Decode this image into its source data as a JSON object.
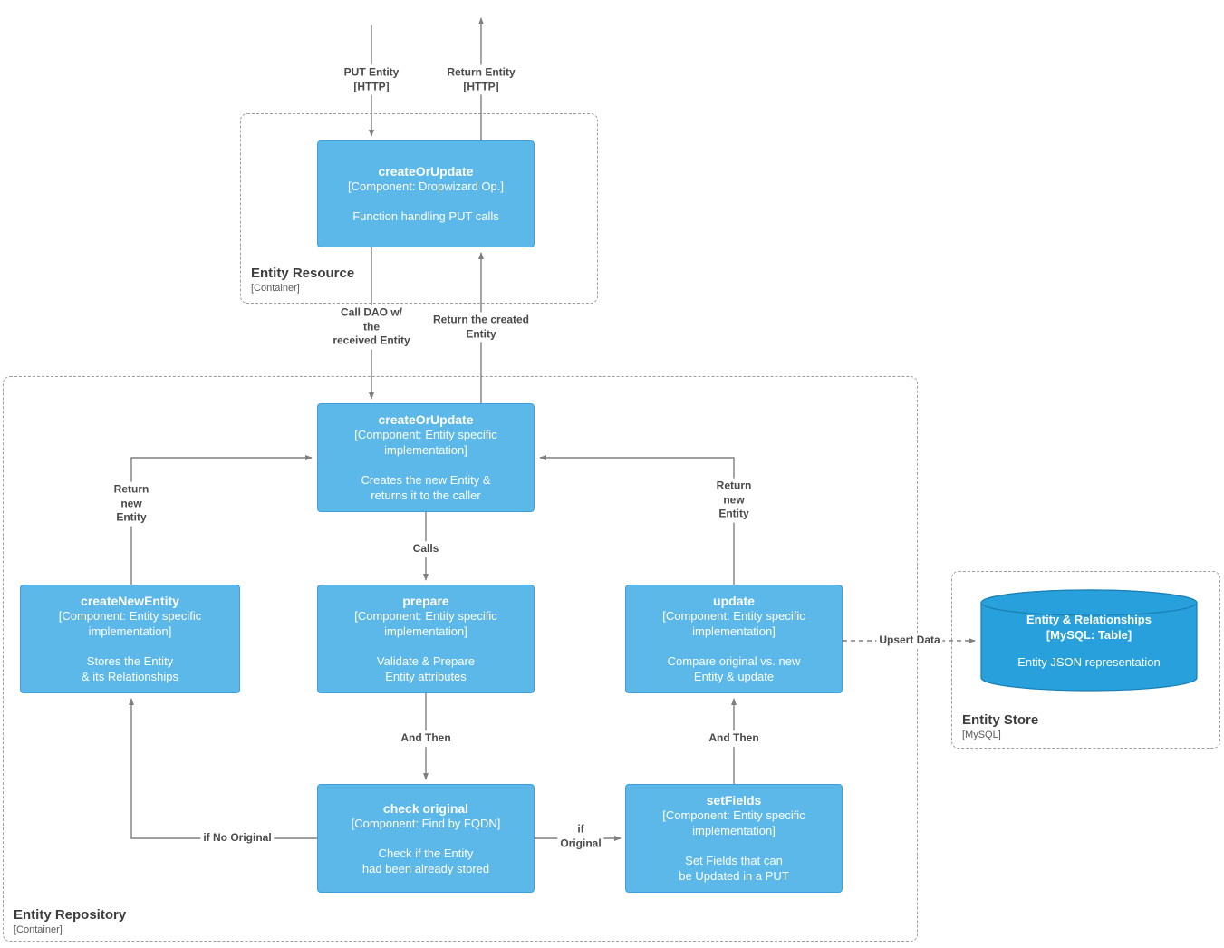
{
  "colors": {
    "component_fill": "#5CB8E8",
    "component_border": "#3E9EDE",
    "db_fill": "#28A0DB",
    "db_border": "#1A7FB5",
    "arrow": "#7f7f7f",
    "container_border": "#9e9e9e"
  },
  "containers": {
    "resource": {
      "title": "Entity Resource",
      "subtitle": "[Container]"
    },
    "repository": {
      "title": "Entity Repository",
      "subtitle": "[Container]"
    },
    "store": {
      "title": "Entity Store",
      "subtitle": "[MySQL]"
    }
  },
  "nodes": {
    "res_create": {
      "title": "createOrUpdate",
      "meta": "[Component: Dropwizard Op.]",
      "desc": "Function handling PUT calls"
    },
    "repo_create": {
      "title": "createOrUpdate",
      "meta": "[Component: Entity specific\nimplementation]",
      "desc": "Creates the new Entity &\nreturns it to the caller"
    },
    "create_new": {
      "title": "createNewEntity",
      "meta": "[Component: Entity specific\nimplementation]",
      "desc": "Stores the Entity\n& its Relationships"
    },
    "prepare": {
      "title": "prepare",
      "meta": "[Component: Entity specific\nimplementation]",
      "desc": "Validate & Prepare\nEntity attributes"
    },
    "update": {
      "title": "update",
      "meta": "[Component: Entity specific\nimplementation]",
      "desc": "Compare original vs. new\nEntity & update"
    },
    "check": {
      "title": "check original",
      "meta": "[Component: Find by FQDN]",
      "desc": "Check if the Entity\nhad been already stored"
    },
    "set_fields": {
      "title": "setFields",
      "meta": "[Component: Entity specific\nimplementation]",
      "desc": "Set Fields that can\nbe Updated in a PUT"
    }
  },
  "db": {
    "title": "Entity & Relationships",
    "meta": "[MySQL: Table]",
    "desc": "Entity JSON representation"
  },
  "edges": {
    "put_entity": "PUT Entity\n[HTTP]",
    "return_entity": "Return Entity\n[HTTP]",
    "call_dao": "Call DAO w/\nthe\nreceived Entity",
    "return_created": "Return the created\nEntity",
    "calls": "Calls",
    "return_new_left": "Return\nnew\nEntity",
    "return_new_right": "Return\nnew\nEntity",
    "and_then_left": "And Then",
    "and_then_right": "And Then",
    "if_no_original": "if No Original",
    "if_original": "if\nOriginal",
    "upsert": "Upsert Data"
  }
}
